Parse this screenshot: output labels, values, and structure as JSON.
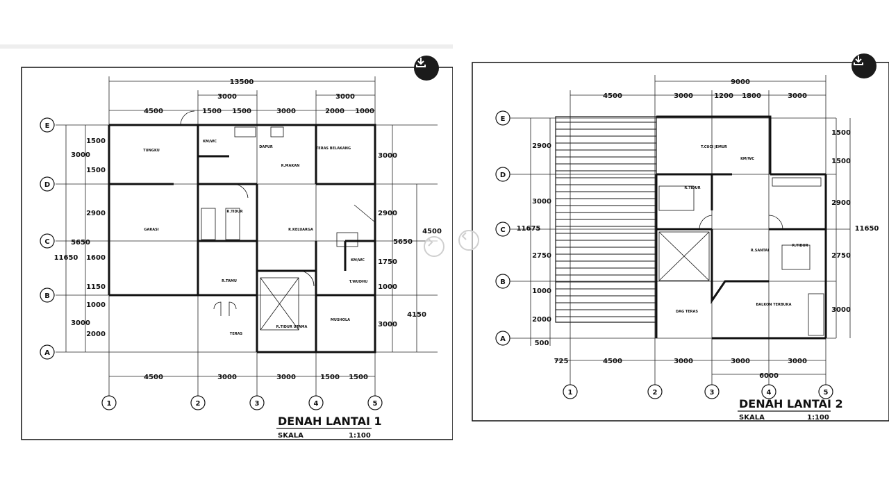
{
  "plan1": {
    "title": "DENAH LANTAI 1",
    "scale_label": "SKALA",
    "scale_value": "1:100",
    "total_top": "13500",
    "dims_top2": [
      "3000",
      "3000"
    ],
    "dims_top": [
      "4500",
      "1500",
      "1500",
      "3000",
      "2000",
      "1000"
    ],
    "dims_bottom": [
      "4500",
      "3000",
      "3000",
      "1500",
      "1500"
    ],
    "dims_left_outer": [
      "3000",
      "5650",
      "3000"
    ],
    "dims_left_inner": [
      "1500",
      "1500",
      "2900",
      "1600",
      "1150",
      "1000",
      "2000"
    ],
    "dims_left_total": "11650",
    "dims_right": [
      "3000",
      "2900",
      "1750",
      "1000",
      "3000"
    ],
    "dims_right2": [
      "5650",
      "4500",
      "4150"
    ],
    "axes_rows": [
      "E",
      "D",
      "C",
      "B",
      "A"
    ],
    "axes_cols": [
      "1",
      "2",
      "3",
      "4",
      "5"
    ],
    "rooms": [
      "TUNGKU",
      "KM/WC",
      "DAPUR",
      "R.MAKAN",
      "TERAS BELAKANG",
      "GARASI",
      "R.TIDUR",
      "R.KELUARGA",
      "KM/WC",
      "T.WUDHU",
      "R.TAMU",
      "R.TIDUR UTAMA",
      "MUSHOLA",
      "TERAS"
    ]
  },
  "plan2": {
    "title": "DENAH LANTAI 2",
    "scale_label": "SKALA",
    "scale_value": "1:100",
    "total_top": "9000",
    "dims_top2": [
      "4500",
      "3000",
      "1200",
      "1800",
      "3000"
    ],
    "dims_bottom": [
      "725",
      "4500",
      "3000",
      "3000",
      "3000"
    ],
    "dims_bottom_total": "6000",
    "dims_left": [
      "2900",
      "3000",
      "2750",
      "1000",
      "2000",
      "500"
    ],
    "dims_left_total": "11675",
    "dims_right": [
      "1500",
      "1500",
      "2900",
      "2750",
      "3000"
    ],
    "dims_right_total": "11650",
    "axes_rows": [
      "E",
      "D",
      "C",
      "B",
      "A"
    ],
    "axes_cols": [
      "1",
      "2",
      "3",
      "4",
      "5"
    ],
    "rooms": [
      "T.CUCI JEMUR",
      "KM/WC",
      "R.TIDUR",
      "R.SANTAI",
      "R.TIDUR",
      "DAG TERAS",
      "BALKON TERBUKA"
    ]
  },
  "icons": [
    "download-icon",
    "chevron-right-icon",
    "chevron-left-icon"
  ]
}
